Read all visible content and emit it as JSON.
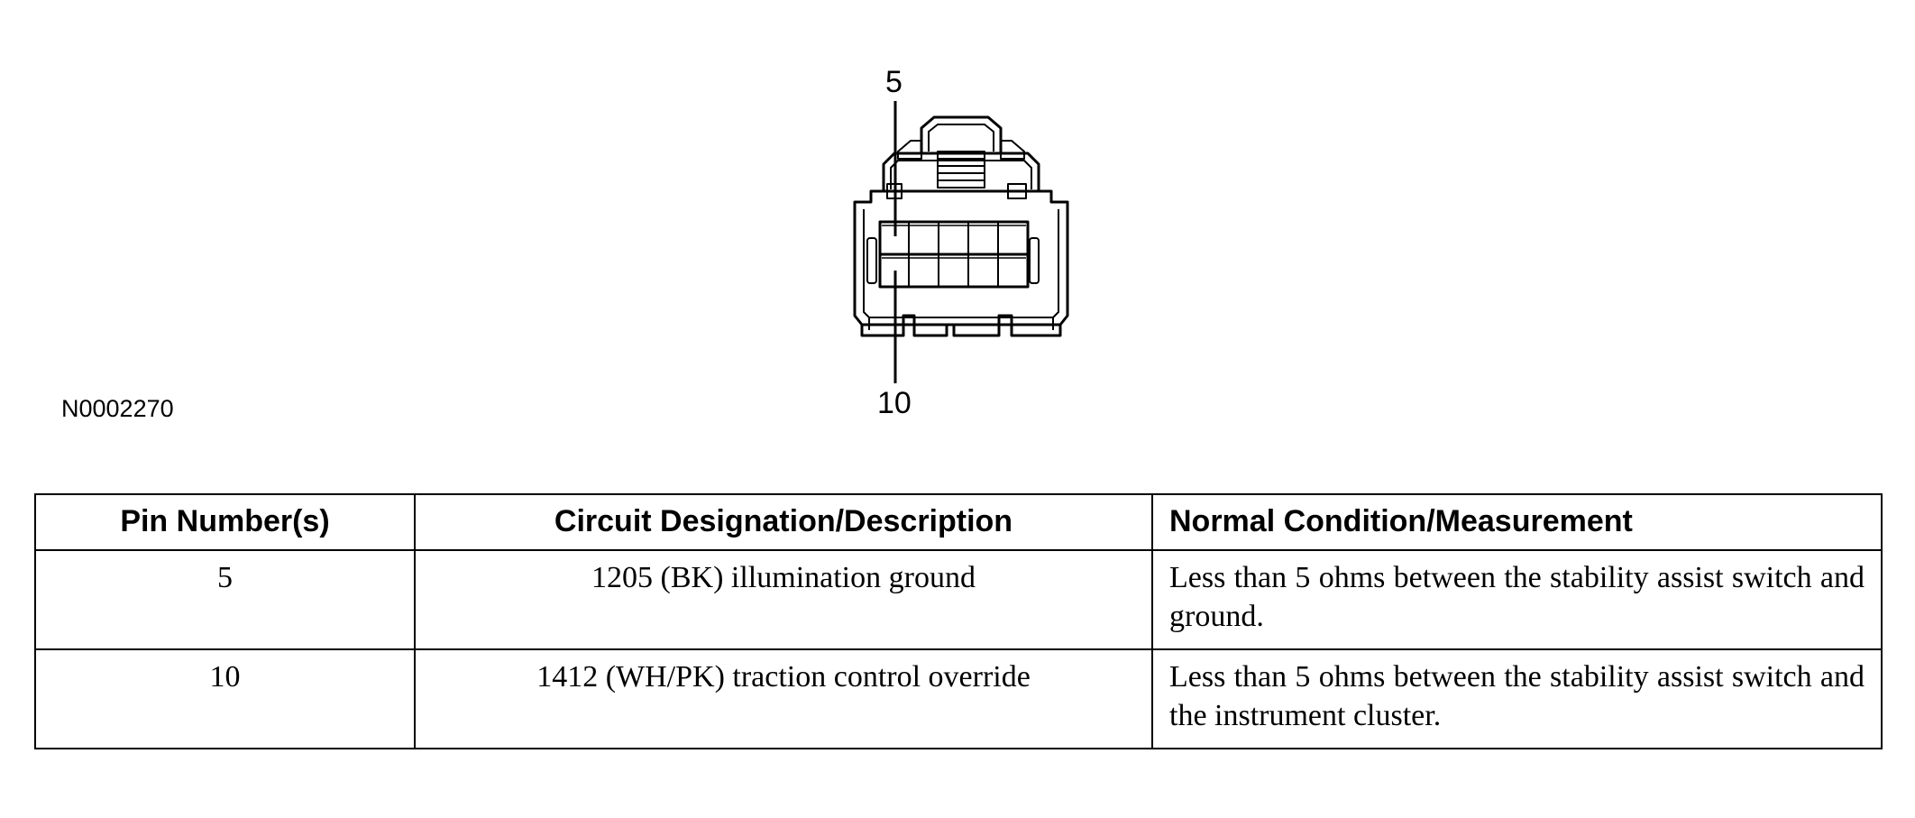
{
  "figure": {
    "id": "N0002270",
    "pin_labels": [
      "5",
      "10"
    ]
  },
  "table": {
    "headers": [
      "Pin Number(s)",
      "Circuit Designation/Description",
      "Normal Condition/Measurement"
    ],
    "rows": [
      {
        "pin": "5",
        "circuit": "1205 (BK) illumination ground",
        "condition": "Less than 5 ohms between the stability assist switch and ground."
      },
      {
        "pin": "10",
        "circuit": "1412 (WH/PK) traction control override",
        "condition": "Less than 5 ohms between the stability assist switch and the instrument cluster."
      }
    ]
  }
}
